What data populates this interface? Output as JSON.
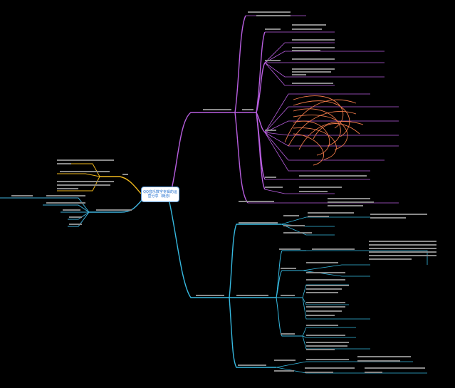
{
  "central_topic": "QQ音乐数字专辑的运营分享（概念）",
  "branches": [
    {
      "id": "b-purple",
      "color": "#b85ee0"
    },
    {
      "id": "b-cyan",
      "color": "#36b9e0"
    },
    {
      "id": "b-orange",
      "color": "#f0b81c"
    },
    {
      "id": "b-blue-left",
      "color": "#3fb2dd"
    }
  ],
  "relation_lines_color": "#f07a4a"
}
